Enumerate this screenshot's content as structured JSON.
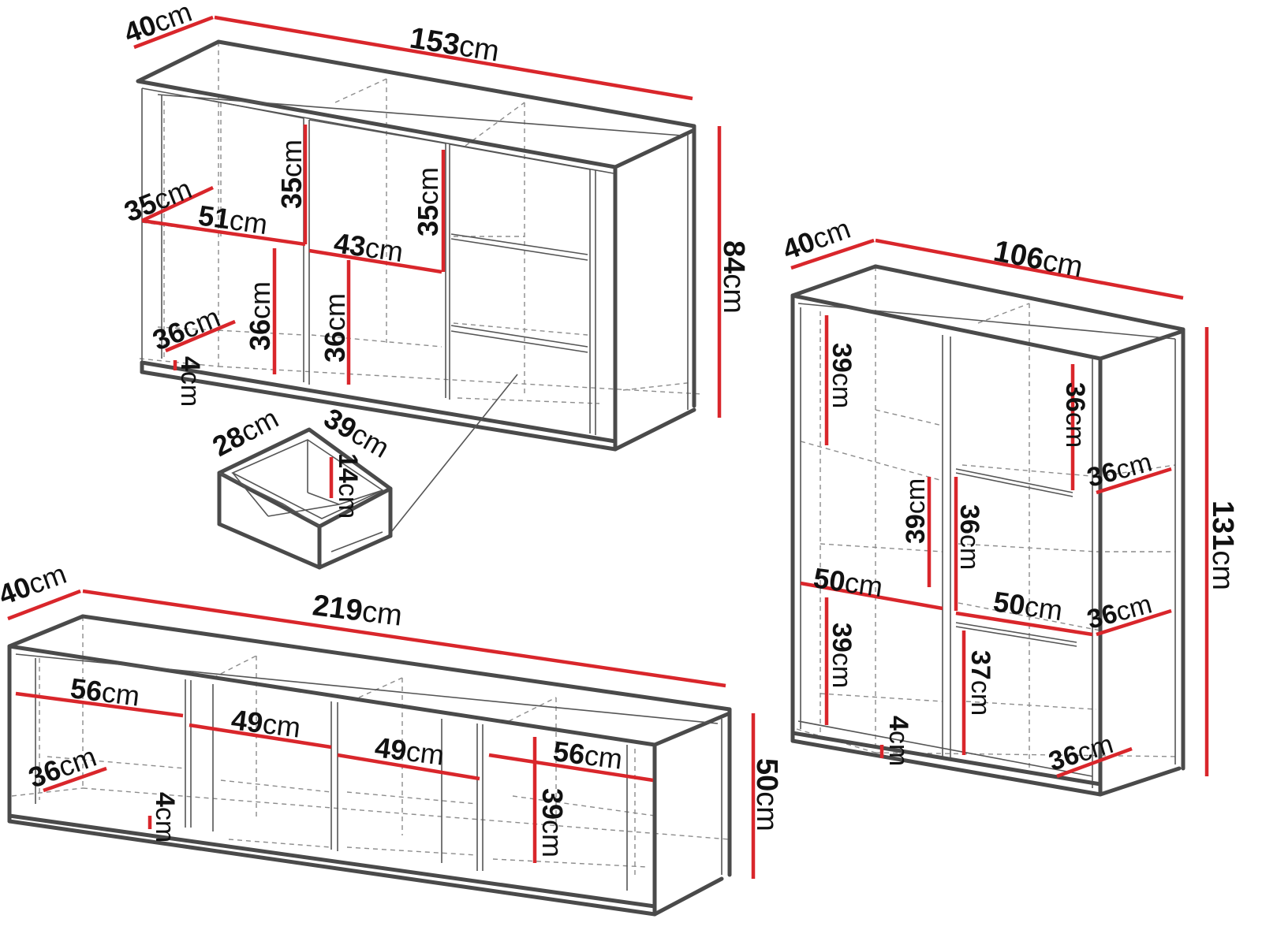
{
  "colors": {
    "dimension_line": "#d9262b",
    "outline": "#4a4a4a",
    "hidden_edge": "#8c8c8c",
    "text": "#111111"
  },
  "sideboard": {
    "depth": {
      "num": "40",
      "unit": "cm"
    },
    "width": {
      "num": "153",
      "unit": "cm"
    },
    "height": {
      "num": "84",
      "unit": "cm"
    },
    "upper_left_depth": {
      "num": "35",
      "unit": "cm"
    },
    "upper_left_height": {
      "num": "35",
      "unit": "cm"
    },
    "upper_left_width": {
      "num": "51",
      "unit": "cm"
    },
    "upper_mid_height": {
      "num": "35",
      "unit": "cm"
    },
    "upper_mid_width": {
      "num": "43",
      "unit": "cm"
    },
    "lower_left_depth": {
      "num": "36",
      "unit": "cm"
    },
    "lower_left_height": {
      "num": "36",
      "unit": "cm"
    },
    "lower_mid_height": {
      "num": "36",
      "unit": "cm"
    },
    "plinth": {
      "num": "4",
      "unit": "cm"
    }
  },
  "drawer": {
    "depth": {
      "num": "28",
      "unit": "cm"
    },
    "width": {
      "num": "39",
      "unit": "cm"
    },
    "height": {
      "num": "14",
      "unit": "cm"
    }
  },
  "tv_stand": {
    "depth": {
      "num": "40",
      "unit": "cm"
    },
    "width": {
      "num": "219",
      "unit": "cm"
    },
    "height": {
      "num": "50",
      "unit": "cm"
    },
    "comp1_width": {
      "num": "56",
      "unit": "cm"
    },
    "comp2_width": {
      "num": "49",
      "unit": "cm"
    },
    "comp3_width": {
      "num": "49",
      "unit": "cm"
    },
    "comp4_width": {
      "num": "56",
      "unit": "cm"
    },
    "comp_depth": {
      "num": "36",
      "unit": "cm"
    },
    "comp_height": {
      "num": "39",
      "unit": "cm"
    },
    "plinth": {
      "num": "4",
      "unit": "cm"
    }
  },
  "highboard": {
    "depth": {
      "num": "40",
      "unit": "cm"
    },
    "width": {
      "num": "106",
      "unit": "cm"
    },
    "height": {
      "num": "131",
      "unit": "cm"
    },
    "left_top_height": {
      "num": "39",
      "unit": "cm"
    },
    "left_mid_height": {
      "num": "39",
      "unit": "cm"
    },
    "left_bottom_height": {
      "num": "39",
      "unit": "cm"
    },
    "left_width": {
      "num": "50",
      "unit": "cm"
    },
    "right_width": {
      "num": "50",
      "unit": "cm"
    },
    "right_top_height": {
      "num": "36",
      "unit": "cm"
    },
    "right_mid_height": {
      "num": "36",
      "unit": "cm"
    },
    "right_bottom_height": {
      "num": "37",
      "unit": "cm"
    },
    "right_top_depth": {
      "num": "36",
      "unit": "cm"
    },
    "right_mid_depth": {
      "num": "36",
      "unit": "cm"
    },
    "right_bottom_depth": {
      "num": "36",
      "unit": "cm"
    },
    "plinth": {
      "num": "4",
      "unit": "cm"
    }
  }
}
